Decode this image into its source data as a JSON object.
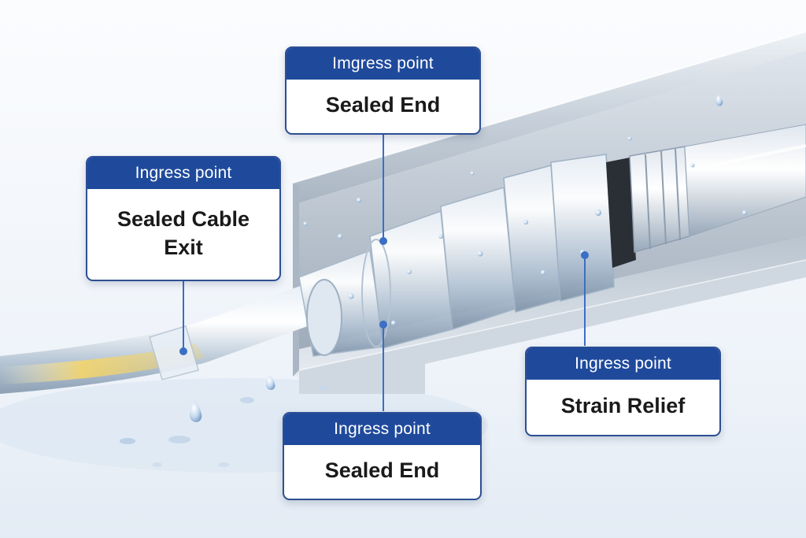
{
  "callouts": {
    "top": {
      "header": "Imgress point",
      "label": "Sealed End"
    },
    "left": {
      "header": "Ingress point",
      "label": "Sealed Cable Exit"
    },
    "bottom": {
      "header": "Ingress point",
      "label": "Sealed End"
    },
    "right": {
      "header": "Ingress point",
      "label": "Strain Relief"
    }
  },
  "colors": {
    "callout_header": "#1f4a9c",
    "callout_border": "#2c4f94",
    "leader_line": "#3a6fc4",
    "channel_metal": "#c9d2dc",
    "cable_glow": "#f2d36a",
    "water_drop": "#8fb3d9"
  }
}
